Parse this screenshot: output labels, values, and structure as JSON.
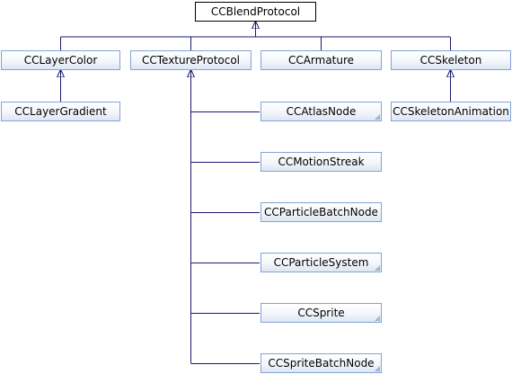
{
  "diagram": {
    "type": "class-inheritance-graph",
    "colors": {
      "edge": "#191970",
      "node_border": "#84a3d6",
      "root_border": "#000000"
    },
    "nodes": {
      "root": "CCBlendProtocol",
      "layer_color": "CCLayerColor",
      "texture_protocol": "CCTextureProtocol",
      "armature": "CCArmature",
      "skeleton": "CCSkeleton",
      "layer_gradient": "CCLayerGradient",
      "skeleton_animation": "CCSkeletonAnimation",
      "atlas_node": "CCAtlasNode",
      "motion_streak": "CCMotionStreak",
      "particle_batch_node": "CCParticleBatchNode",
      "particle_system": "CCParticleSystem",
      "sprite": "CCSprite",
      "sprite_batch_node": "CCSpriteBatchNode"
    },
    "edges": [
      {
        "from": "layer_color",
        "to": "root"
      },
      {
        "from": "texture_protocol",
        "to": "root"
      },
      {
        "from": "armature",
        "to": "root"
      },
      {
        "from": "skeleton",
        "to": "root"
      },
      {
        "from": "layer_gradient",
        "to": "layer_color"
      },
      {
        "from": "skeleton_animation",
        "to": "skeleton"
      },
      {
        "from": "atlas_node",
        "to": "texture_protocol"
      },
      {
        "from": "motion_streak",
        "to": "texture_protocol"
      },
      {
        "from": "particle_batch_node",
        "to": "texture_protocol"
      },
      {
        "from": "particle_system",
        "to": "texture_protocol"
      },
      {
        "from": "sprite",
        "to": "texture_protocol"
      },
      {
        "from": "sprite_batch_node",
        "to": "texture_protocol"
      }
    ]
  }
}
